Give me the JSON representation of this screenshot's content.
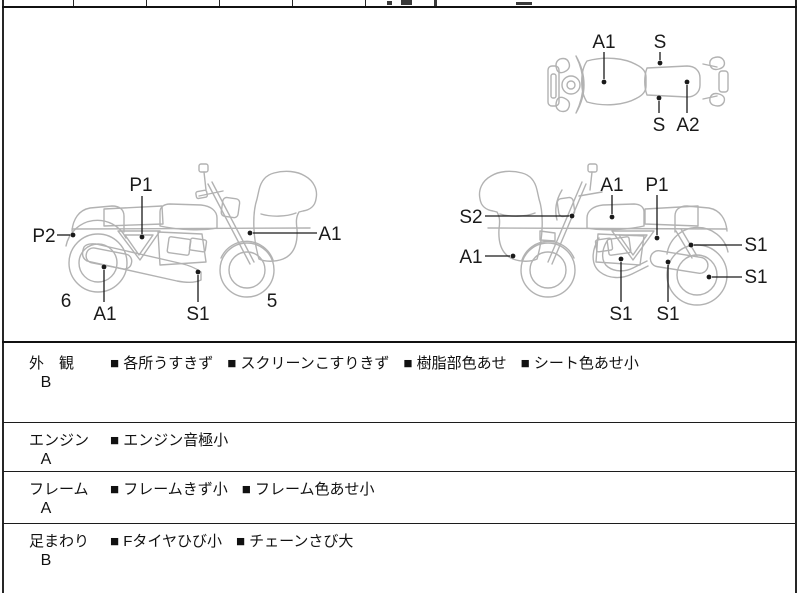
{
  "sheet": {
    "background": "#ffffff",
    "border_color": "#262626",
    "drawing_line_color": "#b2b2b2",
    "ink_color": "#1a1a1a"
  },
  "diagrams": {
    "top_view": {
      "a1": "A1",
      "s_top": "S",
      "s_bottom": "S",
      "a2": "A2"
    },
    "left_side": {
      "p1": "P1",
      "p2": "P2",
      "a1_screen": "A1",
      "a1_muffler": "A1",
      "s1_engine": "S1",
      "num_rear": "6",
      "num_front": "5"
    },
    "right_side": {
      "s2": "S2",
      "a1_cowl": "A1",
      "a1_tank": "A1",
      "p1": "P1",
      "s1_shock": "S1",
      "s1_wheel": "S1",
      "s1_engine": "S1",
      "s1_muffler": "S1"
    }
  },
  "condition_table": {
    "bullet": "■",
    "rows": [
      {
        "category": "外　観",
        "grade": "B",
        "items": [
          "各所うすきず",
          "スクリーンこすりきず",
          "樹脂部色あせ",
          "シート色あせ小"
        ]
      },
      {
        "category": "エンジン",
        "grade": "A",
        "items": [
          "エンジン音極小"
        ]
      },
      {
        "category": "フレーム",
        "grade": "A",
        "items": [
          "フレームきず小",
          "フレーム色あせ小"
        ]
      },
      {
        "category": "足まわり",
        "grade": "B",
        "items": [
          "Fタイヤひび小",
          "チェーンさび大"
        ]
      }
    ]
  }
}
